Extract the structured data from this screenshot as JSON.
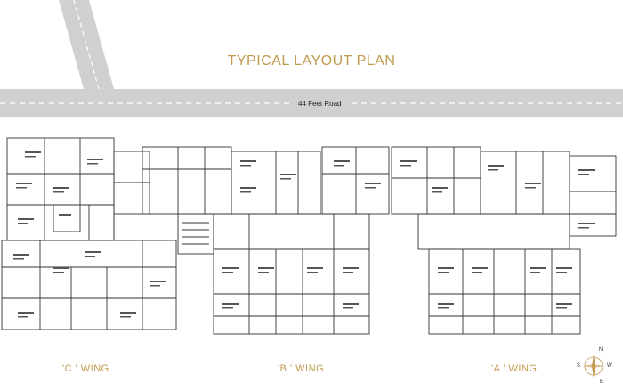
{
  "title": "TYPICAL LAYOUT PLAN",
  "road": {
    "label": "44 Feet Road"
  },
  "wings": [
    {
      "label": "'C ' WING"
    },
    {
      "label": "'B ' WING"
    },
    {
      "label": "'A ' WING"
    }
  ],
  "compass": {
    "n": "N",
    "s": "S",
    "e": "E",
    "w": "W"
  },
  "colors": {
    "accent": "#c19a4f",
    "road": "#cfcfcf",
    "line": "#333333"
  }
}
